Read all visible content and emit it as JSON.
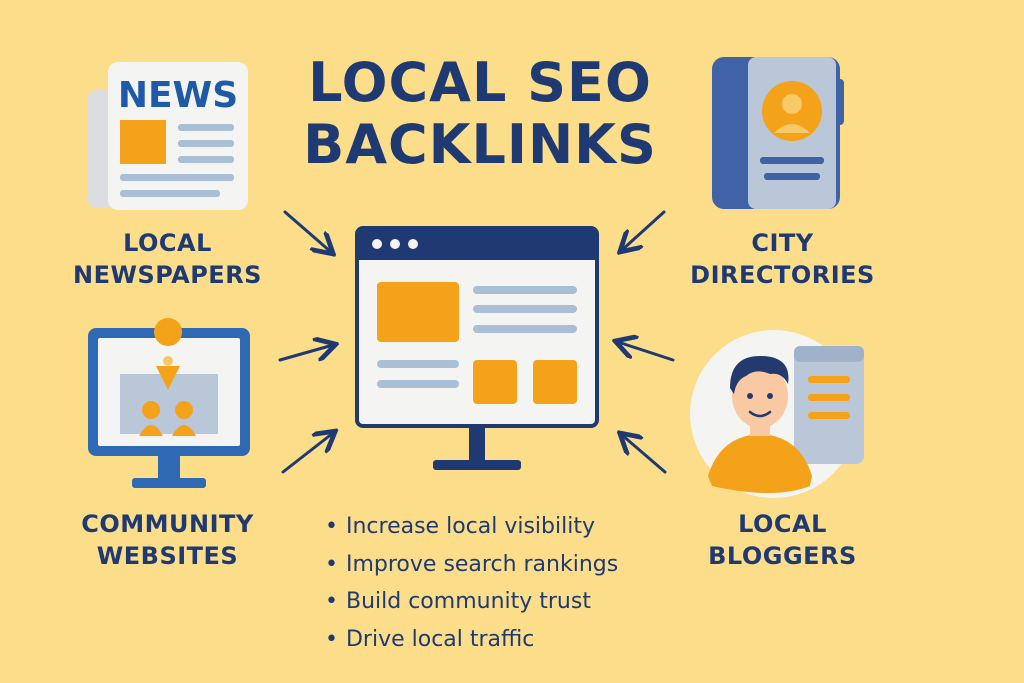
{
  "title": [
    "LOCAL SEO",
    "BACKLINKS"
  ],
  "sources": {
    "newspapers": {
      "icon": "newspaper-icon",
      "masthead": "NEWS",
      "label": [
        "LOCAL",
        "NEWSPAPERS"
      ]
    },
    "directories": {
      "icon": "directory-book-icon",
      "label": [
        "CITY",
        "DIRECTORIES"
      ]
    },
    "community": {
      "icon": "community-monitor-icon",
      "label": [
        "COMMUNITY",
        "WEBSITES"
      ]
    },
    "bloggers": {
      "icon": "blogger-avatar-icon",
      "label": [
        "LOCAL",
        "BLOGGERS"
      ]
    }
  },
  "center": {
    "icon": "website-monitor-icon"
  },
  "benefits": [
    "Increase local visibility",
    "Improve search rankings",
    "Build community trust",
    "Drive local traffic"
  ],
  "colors": {
    "background": "#FCDD8A",
    "navy": "#1F3A72",
    "orange": "#F5A21B",
    "light_gray": "#EEEEEE",
    "line_blue": "#A9BFD6"
  }
}
